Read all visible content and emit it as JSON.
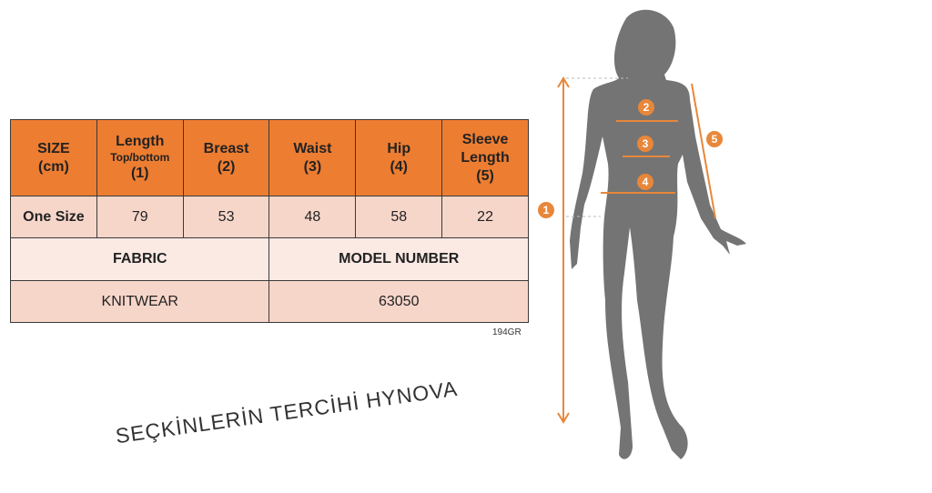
{
  "table": {
    "headers": [
      {
        "main": "SIZE",
        "sub": "",
        "num": "(cm)"
      },
      {
        "main": "Length",
        "sub": "Top/bottom",
        "num": "(1)"
      },
      {
        "main": "Breast",
        "sub": "",
        "num": "(2)"
      },
      {
        "main": "Waist",
        "sub": "",
        "num": "(3)"
      },
      {
        "main": "Hip",
        "sub": "",
        "num": "(4)"
      },
      {
        "main": "Sleeve Length",
        "sub": "",
        "num": "(5)"
      }
    ],
    "row": [
      "One Size",
      "79",
      "53",
      "48",
      "58",
      "22"
    ],
    "fabric_label": "FABRIC",
    "model_label": "MODEL NUMBER",
    "fabric_value": "KNITWEAR",
    "model_value": "63050"
  },
  "code": "194GR",
  "watermark": "SEÇKİNLERİN TERCİHİ HYNOVA",
  "markers": [
    "1",
    "2",
    "3",
    "4",
    "5"
  ],
  "colors": {
    "accent": "#ED7D31",
    "silhouette": "#747474"
  }
}
